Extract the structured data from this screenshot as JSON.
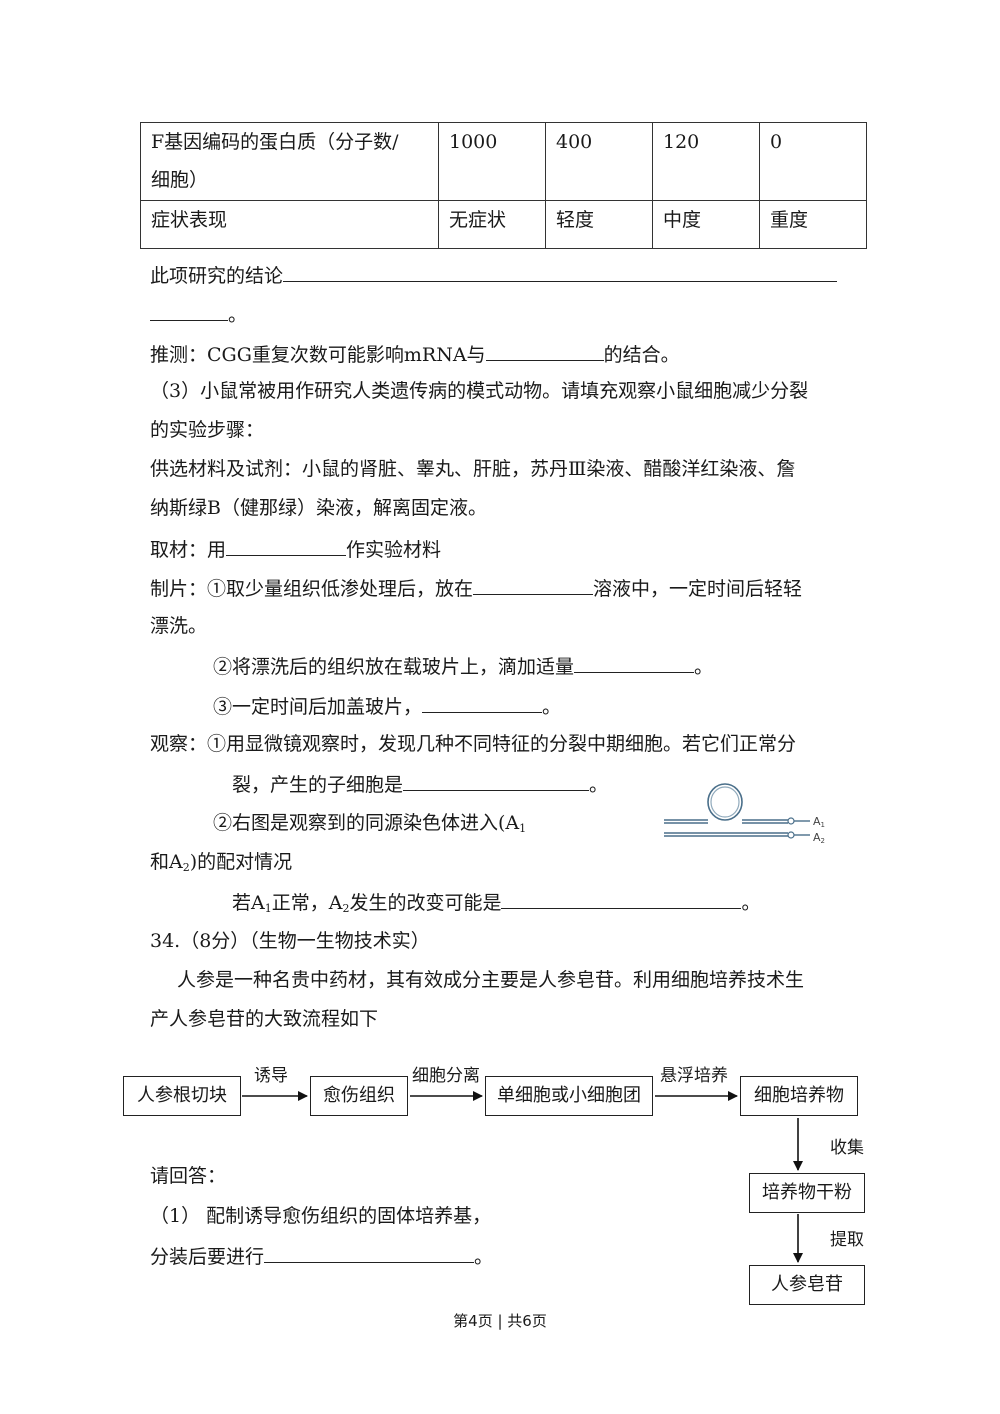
{
  "table": {
    "rows": [
      {
        "label": "F基因编码的蛋白质（分子数/",
        "label2": "细胞）",
        "values": [
          "1000",
          "400",
          "120",
          "0"
        ]
      },
      {
        "label": "症状表现",
        "values": [
          "无症状",
          "轻度",
          "中度",
          "重度"
        ]
      }
    ]
  },
  "lines": {
    "conclusion": "此项研究的结论",
    "conclusion_end": "。",
    "infer_a": "推测：CGG重复次数可能影响mRNA与",
    "infer_b": "的结合。",
    "q3_a": "（3）小鼠常被用作研究人类遗传病的模式动物。请填充观察小鼠细胞减少分裂",
    "q3_b": "的实验步骤：",
    "materials_a": "供选材料及试剂：小鼠的肾脏、睾丸、肝脏，苏丹Ⅲ染液、醋酸洋红染液、詹",
    "materials_b": "纳斯绿B（健那绿）染液，解离固定液。",
    "take_a": "取材：用",
    "take_b": "作实验材料",
    "prep1_a": "制片：①取少量组织低渗处理后，放在",
    "prep1_b": "溶液中，一定时间后轻轻",
    "prep1_c": "漂洗。",
    "prep2_a": "②将漂洗后的组织放在载玻片上，滴加适量",
    "prep2_b": "。",
    "prep3_a": "③一定时间后加盖玻片，",
    "prep3_b": "。",
    "obs1_a": "观察：①用显微镜观察时，发现几种不同特征的分裂中期细胞。若它们正常分",
    "obs1_b": "裂，产生的子细胞是",
    "obs1_c": "。",
    "obs2_a": "②右图是观察到的同源染色体进入(A",
    "obs2_sub": "1",
    "obs2_b": "和A",
    "obs2_sub2": "2",
    "obs2_c": ")的配对情况",
    "obs3_a": "若A",
    "obs3_sub1": "1",
    "obs3_b": "正常，A",
    "obs3_sub2": "2",
    "obs3_c": "发生的改变可能是",
    "obs3_d": "。",
    "q34": "34.（8分）（生物一生物技术实）",
    "ginseng_a": "人参是一种名贵中药材，其有效成分主要是人参皂苷。利用细胞培养技术生",
    "ginseng_b": "产人参皂苷的大致流程如下",
    "answer": "请回答：",
    "sub1_a": "（1） 配制诱导愈伤组织的固体培养基，",
    "sub1_b": "分装后要进行",
    "sub1_c": "。"
  },
  "figure": {
    "label_a1": "A",
    "label_a1_sub": "1",
    "label_a2": "A",
    "label_a2_sub": "2"
  },
  "flow": {
    "boxes": [
      "人参根切块",
      "愈伤组织",
      "单细胞或小细胞团",
      "细胞培养物",
      "培养物干粉",
      "人参皂苷"
    ],
    "arrows": [
      "诱导",
      "细胞分离",
      "悬浮培养",
      "收集",
      "提取"
    ]
  },
  "footer": {
    "text": "第4页 | 共6页"
  }
}
